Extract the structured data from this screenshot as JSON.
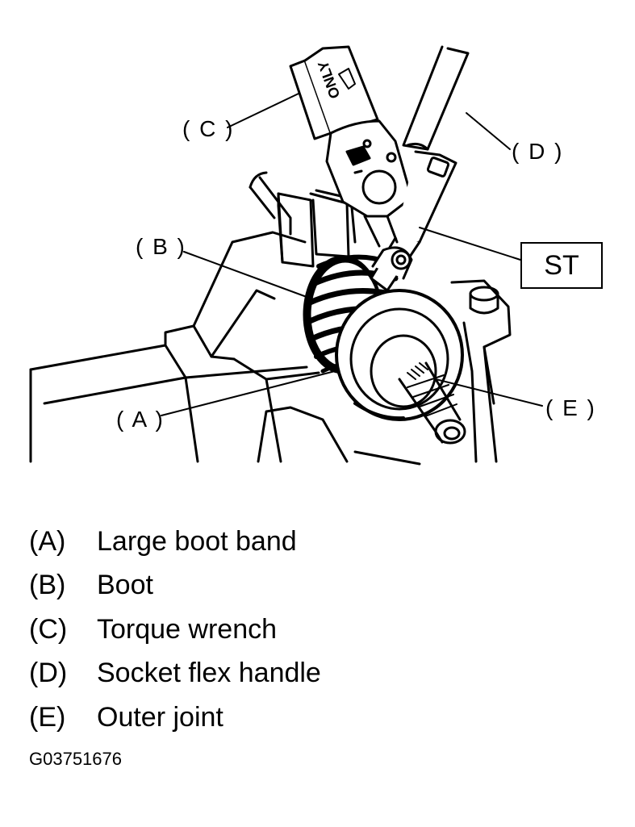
{
  "callouts": {
    "a": "( A )",
    "b": "( B )",
    "c": "( C )",
    "d": "( D )",
    "e": "( E )"
  },
  "st_label": "ST",
  "wrench_marking": "ONLY",
  "legend": [
    {
      "key": "(A)",
      "text": "Large boot band"
    },
    {
      "key": "(B)",
      "text": "Boot"
    },
    {
      "key": "(C)",
      "text": "Torque wrench"
    },
    {
      "key": "(D)",
      "text": "Socket flex handle"
    },
    {
      "key": "(E)",
      "text": "Outer joint"
    }
  ],
  "figure_code": "G03751676"
}
